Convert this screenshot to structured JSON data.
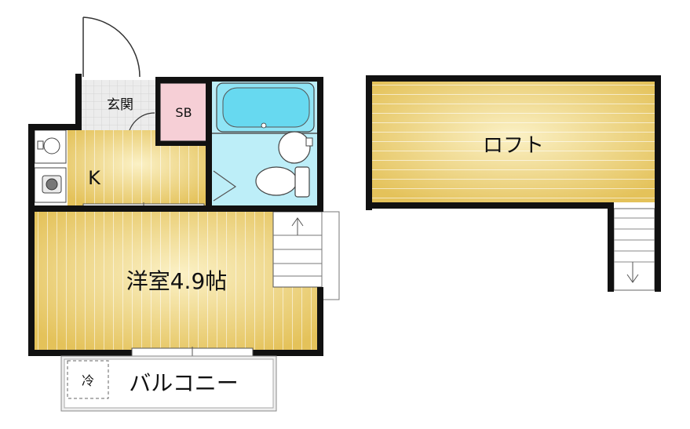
{
  "rooms": {
    "entrance": "玄関",
    "shoe_box": "SB",
    "kitchen": "K",
    "western_room": "洋室4.9帖",
    "balcony": "バルコニー",
    "fridge": "冷",
    "loft": "ロフト"
  },
  "colors": {
    "wall": "#111111",
    "floor_wood": "#e9cd6a",
    "floor_wood_light": "#fbf1c6",
    "bath_floor": "#bdeef8",
    "bathtub": "#67d9f0",
    "shoe_box": "#f6cfd6",
    "entrance_tile": "#e6e6e6"
  },
  "stairs_arrows": {
    "main": "up",
    "loft": "down"
  }
}
